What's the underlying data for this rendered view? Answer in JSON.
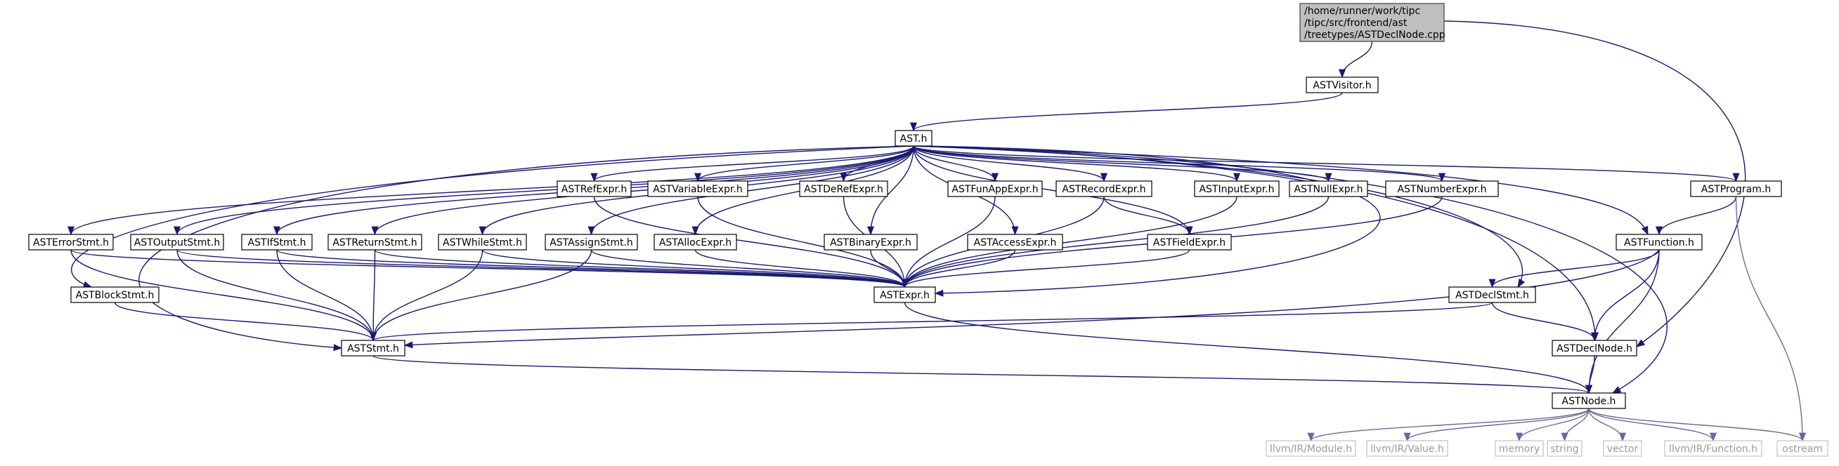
{
  "diagram": {
    "type": "include-dependency-graph",
    "nodes": [
      {
        "id": "root",
        "lines": [
          "/home/runner/work/tipc",
          "/tipc/src/frontend/ast",
          "/treetypes/ASTDeclNode.cpp"
        ],
        "kind": "root"
      },
      {
        "id": "visitor",
        "lines": [
          "ASTVisitor.h"
        ],
        "kind": "header"
      },
      {
        "id": "ast",
        "lines": [
          "AST.h"
        ],
        "kind": "header"
      },
      {
        "id": "refexpr",
        "lines": [
          "ASTRefExpr.h"
        ],
        "kind": "header"
      },
      {
        "id": "varexpr",
        "lines": [
          "ASTVariableExpr.h"
        ],
        "kind": "header"
      },
      {
        "id": "derefexpr",
        "lines": [
          "ASTDeRefExpr.h"
        ],
        "kind": "header"
      },
      {
        "id": "funapp",
        "lines": [
          "ASTFunAppExpr.h"
        ],
        "kind": "header"
      },
      {
        "id": "recordexpr",
        "lines": [
          "ASTRecordExpr.h"
        ],
        "kind": "header"
      },
      {
        "id": "inputexpr",
        "lines": [
          "ASTInputExpr.h"
        ],
        "kind": "header"
      },
      {
        "id": "nullexpr",
        "lines": [
          "ASTNullExpr.h"
        ],
        "kind": "header"
      },
      {
        "id": "numberexpr",
        "lines": [
          "ASTNumberExpr.h"
        ],
        "kind": "header"
      },
      {
        "id": "program",
        "lines": [
          "ASTProgram.h"
        ],
        "kind": "header"
      },
      {
        "id": "errorstmt",
        "lines": [
          "ASTErrorStmt.h"
        ],
        "kind": "header"
      },
      {
        "id": "outputstmt",
        "lines": [
          "ASTOutputStmt.h"
        ],
        "kind": "header"
      },
      {
        "id": "ifstmt",
        "lines": [
          "ASTIfStmt.h"
        ],
        "kind": "header"
      },
      {
        "id": "returnstmt",
        "lines": [
          "ASTReturnStmt.h"
        ],
        "kind": "header"
      },
      {
        "id": "whilestmt",
        "lines": [
          "ASTWhileStmt.h"
        ],
        "kind": "header"
      },
      {
        "id": "assignstmt",
        "lines": [
          "ASTAssignStmt.h"
        ],
        "kind": "header"
      },
      {
        "id": "allocexpr",
        "lines": [
          "ASTAllocExpr.h"
        ],
        "kind": "header"
      },
      {
        "id": "binaryexpr",
        "lines": [
          "ASTBinaryExpr.h"
        ],
        "kind": "header"
      },
      {
        "id": "accessexpr",
        "lines": [
          "ASTAccessExpr.h"
        ],
        "kind": "header"
      },
      {
        "id": "fieldexpr",
        "lines": [
          "ASTFieldExpr.h"
        ],
        "kind": "header"
      },
      {
        "id": "function",
        "lines": [
          "ASTFunction.h"
        ],
        "kind": "header"
      },
      {
        "id": "blockstmt",
        "lines": [
          "ASTBlockStmt.h"
        ],
        "kind": "header"
      },
      {
        "id": "expr",
        "lines": [
          "ASTExpr.h"
        ],
        "kind": "header"
      },
      {
        "id": "declstmt",
        "lines": [
          "ASTDeclStmt.h"
        ],
        "kind": "header"
      },
      {
        "id": "stmt",
        "lines": [
          "ASTStmt.h"
        ],
        "kind": "header"
      },
      {
        "id": "declnode",
        "lines": [
          "ASTDeclNode.h"
        ],
        "kind": "header"
      },
      {
        "id": "node",
        "lines": [
          "ASTNode.h"
        ],
        "kind": "header"
      },
      {
        "id": "llvmmodule",
        "lines": [
          "llvm/IR/Module.h"
        ],
        "kind": "external"
      },
      {
        "id": "llvmvalue",
        "lines": [
          "llvm/IR/Value.h"
        ],
        "kind": "external"
      },
      {
        "id": "memory",
        "lines": [
          "memory"
        ],
        "kind": "external"
      },
      {
        "id": "string",
        "lines": [
          "string"
        ],
        "kind": "external"
      },
      {
        "id": "vector",
        "lines": [
          "vector"
        ],
        "kind": "external"
      },
      {
        "id": "llvmfunction",
        "lines": [
          "llvm/IR/Function.h"
        ],
        "kind": "external"
      },
      {
        "id": "ostream",
        "lines": [
          "ostream"
        ],
        "kind": "external"
      }
    ],
    "edges": [
      [
        "root",
        "visitor"
      ],
      [
        "root",
        "declnode"
      ],
      [
        "visitor",
        "ast"
      ],
      [
        "ast",
        "refexpr"
      ],
      [
        "ast",
        "varexpr"
      ],
      [
        "ast",
        "derefexpr"
      ],
      [
        "ast",
        "funapp"
      ],
      [
        "ast",
        "recordexpr"
      ],
      [
        "ast",
        "inputexpr"
      ],
      [
        "ast",
        "nullexpr"
      ],
      [
        "ast",
        "numberexpr"
      ],
      [
        "ast",
        "program"
      ],
      [
        "ast",
        "errorstmt"
      ],
      [
        "ast",
        "outputstmt"
      ],
      [
        "ast",
        "ifstmt"
      ],
      [
        "ast",
        "returnstmt"
      ],
      [
        "ast",
        "whilestmt"
      ],
      [
        "ast",
        "assignstmt"
      ],
      [
        "ast",
        "allocexpr"
      ],
      [
        "ast",
        "binaryexpr"
      ],
      [
        "ast",
        "accessexpr"
      ],
      [
        "ast",
        "fieldexpr"
      ],
      [
        "ast",
        "function"
      ],
      [
        "ast",
        "blockstmt"
      ],
      [
        "ast",
        "expr"
      ],
      [
        "ast",
        "declstmt"
      ],
      [
        "ast",
        "stmt"
      ],
      [
        "ast",
        "declnode"
      ],
      [
        "ast",
        "node"
      ],
      [
        "refexpr",
        "expr"
      ],
      [
        "varexpr",
        "expr"
      ],
      [
        "derefexpr",
        "expr"
      ],
      [
        "funapp",
        "expr"
      ],
      [
        "recordexpr",
        "expr"
      ],
      [
        "recordexpr",
        "fieldexpr"
      ],
      [
        "inputexpr",
        "expr"
      ],
      [
        "nullexpr",
        "expr"
      ],
      [
        "numberexpr",
        "expr"
      ],
      [
        "program",
        "function"
      ],
      [
        "program",
        "ostream"
      ],
      [
        "errorstmt",
        "expr"
      ],
      [
        "errorstmt",
        "stmt"
      ],
      [
        "outputstmt",
        "expr"
      ],
      [
        "outputstmt",
        "stmt"
      ],
      [
        "ifstmt",
        "expr"
      ],
      [
        "ifstmt",
        "stmt"
      ],
      [
        "returnstmt",
        "expr"
      ],
      [
        "returnstmt",
        "stmt"
      ],
      [
        "whilestmt",
        "expr"
      ],
      [
        "whilestmt",
        "stmt"
      ],
      [
        "assignstmt",
        "expr"
      ],
      [
        "assignstmt",
        "stmt"
      ],
      [
        "allocexpr",
        "expr"
      ],
      [
        "binaryexpr",
        "expr"
      ],
      [
        "accessexpr",
        "expr"
      ],
      [
        "fieldexpr",
        "expr"
      ],
      [
        "function",
        "declstmt"
      ],
      [
        "function",
        "stmt"
      ],
      [
        "function",
        "declnode"
      ],
      [
        "function",
        "node"
      ],
      [
        "blockstmt",
        "stmt"
      ],
      [
        "expr",
        "node"
      ],
      [
        "declstmt",
        "stmt"
      ],
      [
        "declstmt",
        "declnode"
      ],
      [
        "stmt",
        "node"
      ],
      [
        "declnode",
        "node"
      ],
      [
        "node",
        "llvmmodule"
      ],
      [
        "node",
        "llvmvalue"
      ],
      [
        "node",
        "memory"
      ],
      [
        "node",
        "string"
      ],
      [
        "node",
        "vector"
      ],
      [
        "node",
        "llvmfunction"
      ],
      [
        "node",
        "ostream"
      ]
    ],
    "colors": {
      "edge": "#191970",
      "node_border": "#000000",
      "root_fill": "#bfbfbf",
      "external_border": "#c0c0c0",
      "external_text": "#9a9a9a"
    }
  }
}
